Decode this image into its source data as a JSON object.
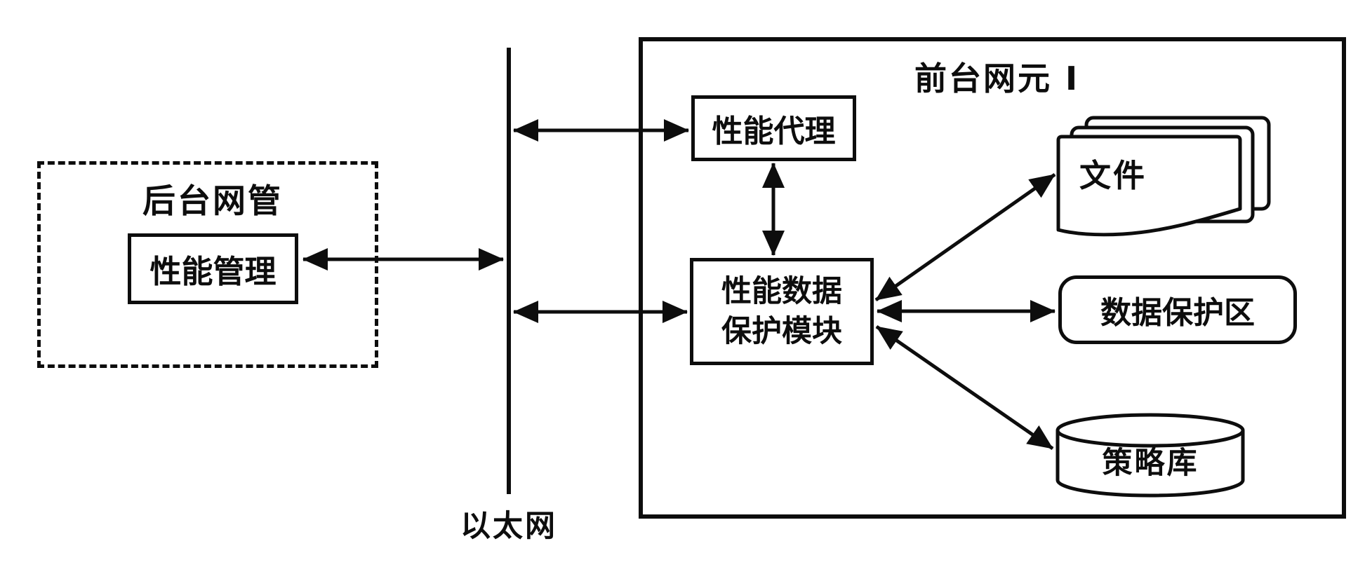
{
  "palette": {
    "ink": "#0d0d0d",
    "paper": "#ffffff"
  },
  "backend": {
    "title": "后台网管",
    "performance_management": "性能管理"
  },
  "network": {
    "ethernet_label": "以太网"
  },
  "frontend": {
    "title": "前台网元 I",
    "performance_agent": "性能代理",
    "protection_module_line1": "性能数据",
    "protection_module_line2": "保护模块",
    "files": "文件",
    "data_protection_area": "数据保护区",
    "policy_library": "策略库"
  }
}
